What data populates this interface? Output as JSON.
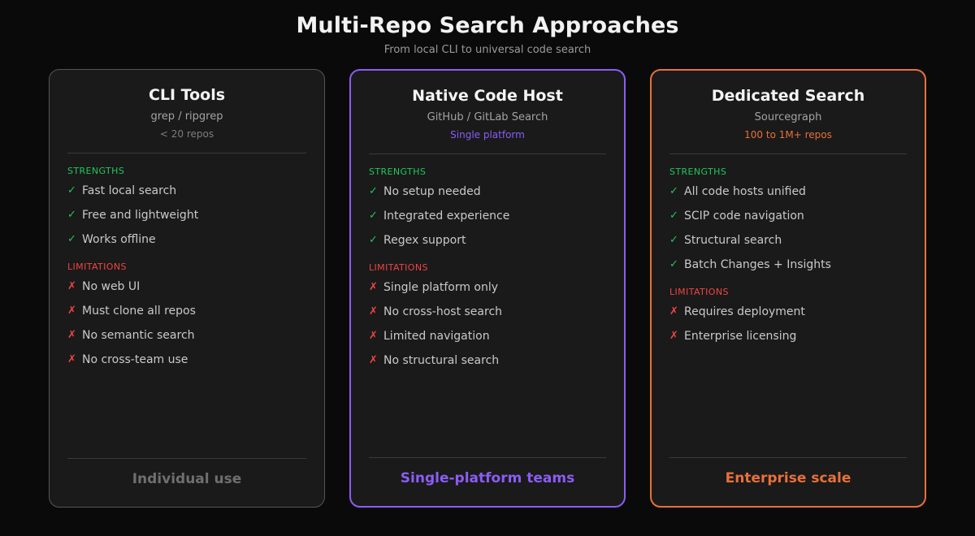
{
  "header": {
    "title": "Multi-Repo Search Approaches",
    "subtitle": "From local CLI to universal code search"
  },
  "labels": {
    "strengths": "STRENGTHS",
    "limitations": "LIMITATIONS",
    "check_glyph": "✓",
    "cross_glyph": "✗"
  },
  "colors": {
    "page_bg": "#0a0a0a",
    "card_bg": "#1a1a1a",
    "neutral_border": "#555555",
    "purple": "#8b5cf6",
    "orange": "#e8703a",
    "green": "#22c55e",
    "red": "#ef4444",
    "title_text": "#f2f2f2",
    "body_text": "#c9c9c9",
    "muted_text": "#9a9a9a"
  },
  "cards": [
    {
      "title": "CLI Tools",
      "subtitle": "grep / ripgrep",
      "scale": "< 20 repos",
      "accent": "neutral",
      "strengths": [
        "Fast local search",
        "Free and lightweight",
        "Works offline"
      ],
      "limitations": [
        "No web UI",
        "Must clone all repos",
        "No semantic search",
        "No cross-team use"
      ],
      "footer": "Individual use"
    },
    {
      "title": "Native Code Host",
      "subtitle": "GitHub / GitLab Search",
      "scale": "Single platform",
      "accent": "purple",
      "strengths": [
        "No setup needed",
        "Integrated experience",
        "Regex support"
      ],
      "limitations": [
        "Single platform only",
        "No cross-host search",
        "Limited navigation",
        "No structural search"
      ],
      "footer": "Single-platform teams"
    },
    {
      "title": "Dedicated Search",
      "subtitle": "Sourcegraph",
      "scale": "100 to 1M+ repos",
      "accent": "orange",
      "strengths": [
        "All code hosts unified",
        "SCIP code navigation",
        "Structural search",
        "Batch Changes + Insights"
      ],
      "limitations": [
        "Requires deployment",
        "Enterprise licensing"
      ],
      "footer": "Enterprise scale"
    }
  ]
}
